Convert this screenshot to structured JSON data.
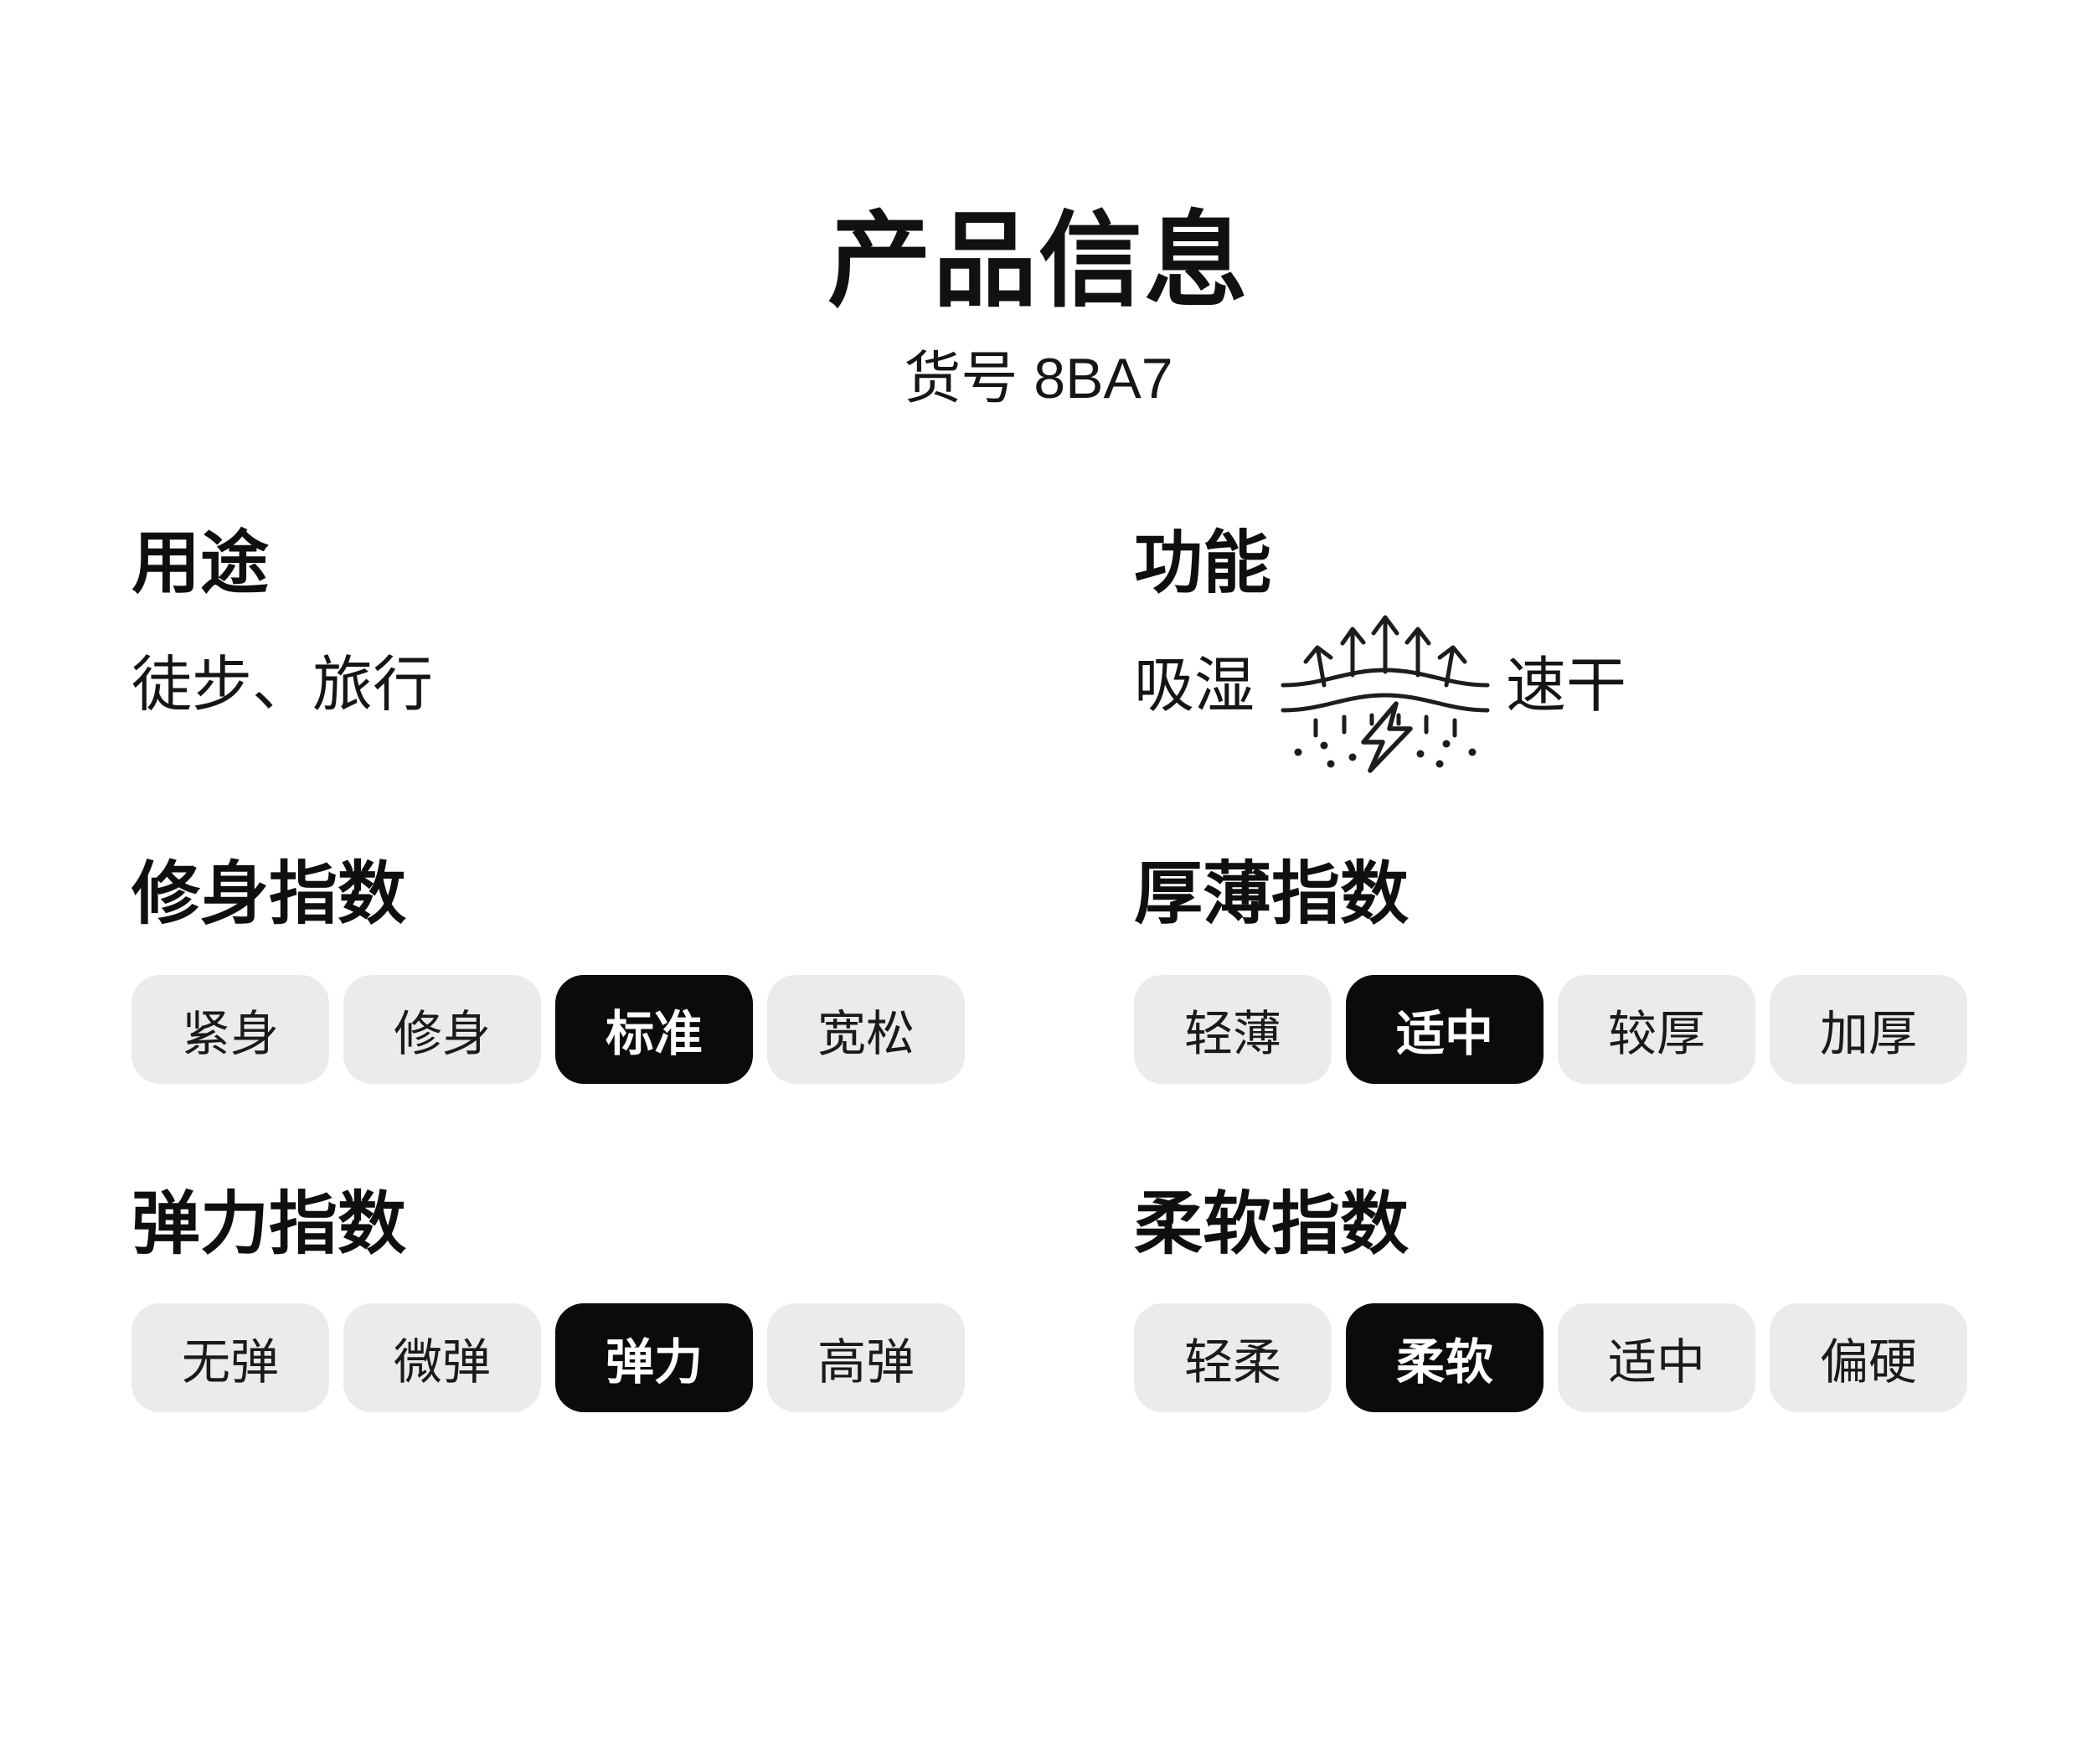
{
  "header": {
    "title": "产品信息",
    "item_number": "货号 8BA7"
  },
  "sections": {
    "usage": {
      "heading": "用途",
      "value": "徒步、旅行"
    },
    "function": {
      "heading": "功能",
      "left_label": "吸湿",
      "right_label": "速干",
      "icon": "moisture-quick-dry-icon"
    },
    "fit": {
      "heading": "修身指数",
      "selected_value": "标准",
      "options": [
        {
          "label": "紧身",
          "selected": false
        },
        {
          "label": "修身",
          "selected": false
        },
        {
          "label": "标准",
          "selected": true
        },
        {
          "label": "宽松",
          "selected": false
        }
      ]
    },
    "thickness": {
      "heading": "厚薄指数",
      "selected_value": "适中",
      "options": [
        {
          "label": "轻薄",
          "selected": false
        },
        {
          "label": "适中",
          "selected": true
        },
        {
          "label": "较厚",
          "selected": false
        },
        {
          "label": "加厚",
          "selected": false
        }
      ]
    },
    "elasticity": {
      "heading": "弹力指数",
      "selected_value": "弹力",
      "options": [
        {
          "label": "无弹",
          "selected": false
        },
        {
          "label": "微弹",
          "selected": false
        },
        {
          "label": "弹力",
          "selected": true
        },
        {
          "label": "高弹",
          "selected": false
        }
      ]
    },
    "softness": {
      "heading": "柔软指数",
      "selected_value": "柔软",
      "options": [
        {
          "label": "轻柔",
          "selected": false
        },
        {
          "label": "柔软",
          "selected": true
        },
        {
          "label": "适中",
          "selected": false
        },
        {
          "label": "偏硬",
          "selected": false
        }
      ]
    }
  },
  "colors": {
    "background": "#ffffff",
    "text": "#111111",
    "pill_background": "#ebebeb",
    "pill_selected_background": "#0b0b0b",
    "pill_selected_text": "#ffffff"
  }
}
